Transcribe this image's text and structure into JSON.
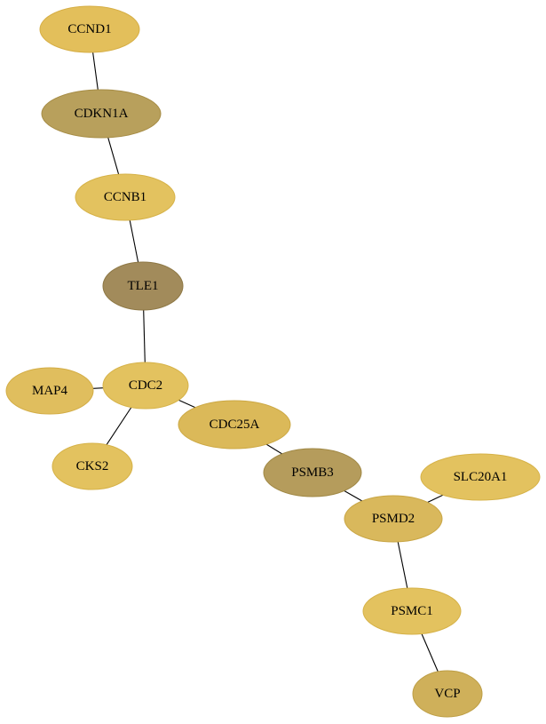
{
  "graph": {
    "nodes": [
      {
        "id": "CCND1",
        "label": "CCND1",
        "fill": "#e3bf5b",
        "stroke": "#d6ae45"
      },
      {
        "id": "CDKN1A",
        "label": "CDKN1A",
        "fill": "#b8a05c",
        "stroke": "#a68c45"
      },
      {
        "id": "CCNB1",
        "label": "CCNB1",
        "fill": "#e3c25f",
        "stroke": "#d6b248"
      },
      {
        "id": "TLE1",
        "label": "TLE1",
        "fill": "#a28b5b",
        "stroke": "#8e7845"
      },
      {
        "id": "MAP4",
        "label": "MAP4",
        "fill": "#e0be5e",
        "stroke": "#d3ad46"
      },
      {
        "id": "CDC2",
        "label": "CDC2",
        "fill": "#e3c25f",
        "stroke": "#d6b248"
      },
      {
        "id": "CDC25A",
        "label": "CDC25A",
        "fill": "#dbb959",
        "stroke": "#cca844"
      },
      {
        "id": "CKS2",
        "label": "CKS2",
        "fill": "#e3c25f",
        "stroke": "#d6b248"
      },
      {
        "id": "PSMB3",
        "label": "PSMB3",
        "fill": "#b59c5c",
        "stroke": "#a08845"
      },
      {
        "id": "SLC20A1",
        "label": "SLC20A1",
        "fill": "#e3c25f",
        "stroke": "#d6b248"
      },
      {
        "id": "PSMD2",
        "label": "PSMD2",
        "fill": "#d9b85c",
        "stroke": "#c9a645"
      },
      {
        "id": "PSMC1",
        "label": "PSMC1",
        "fill": "#e3c25f",
        "stroke": "#d6b248"
      },
      {
        "id": "VCP",
        "label": "VCP",
        "fill": "#cfb05a",
        "stroke": "#bd9e45"
      }
    ],
    "edges": [
      {
        "source": "CCND1",
        "target": "CDKN1A"
      },
      {
        "source": "CDKN1A",
        "target": "CCNB1"
      },
      {
        "source": "CCNB1",
        "target": "TLE1"
      },
      {
        "source": "TLE1",
        "target": "CDC2"
      },
      {
        "source": "CDC2",
        "target": "MAP4"
      },
      {
        "source": "CDC2",
        "target": "CKS2"
      },
      {
        "source": "CDC2",
        "target": "CDC25A"
      },
      {
        "source": "CDC25A",
        "target": "PSMB3"
      },
      {
        "source": "PSMB3",
        "target": "PSMD2"
      },
      {
        "source": "PSMD2",
        "target": "SLC20A1"
      },
      {
        "source": "PSMD2",
        "target": "PSMC1"
      },
      {
        "source": "PSMC1",
        "target": "VCP"
      }
    ]
  }
}
